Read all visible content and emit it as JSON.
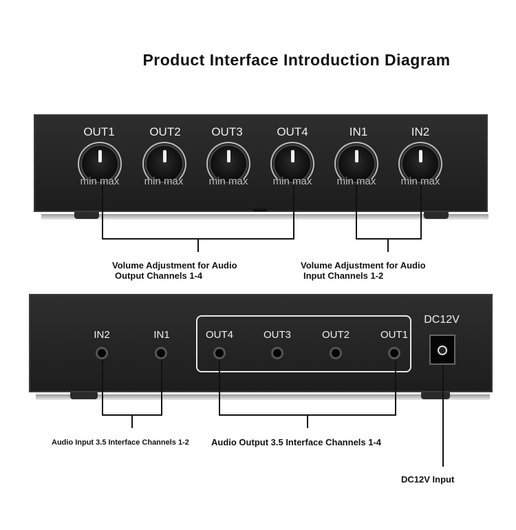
{
  "title": "Product Interface Introduction Diagram",
  "front_panel": {
    "knobs": [
      {
        "label": "OUT1",
        "range": "min   max"
      },
      {
        "label": "OUT2",
        "range": "min   max"
      },
      {
        "label": "OUT3",
        "range": "min   max"
      },
      {
        "label": "OUT4",
        "range": "min   max"
      },
      {
        "label": "IN1",
        "range": "min   max"
      },
      {
        "label": "IN2",
        "range": "min   max"
      }
    ]
  },
  "back_panel": {
    "input_jacks": [
      {
        "label": "IN2"
      },
      {
        "label": "IN1"
      }
    ],
    "output_jacks": [
      {
        "label": "OUT4"
      },
      {
        "label": "OUT3"
      },
      {
        "label": "OUT2"
      },
      {
        "label": "OUT1"
      }
    ],
    "power": {
      "label": "DC12V"
    }
  },
  "captions": {
    "output_volume_line1": "Volume Adjustment for Audio",
    "output_volume_line2": "Output Channels 1-4",
    "input_volume_line1": "Volume Adjustment for Audio",
    "input_volume_line2": "Input Channels 1-2",
    "audio_input": "Audio Input 3.5 Interface Channels 1-2",
    "audio_output": "Audio Output 3.5 Interface Channels 1-4",
    "dc_input": "DC12V Input"
  }
}
